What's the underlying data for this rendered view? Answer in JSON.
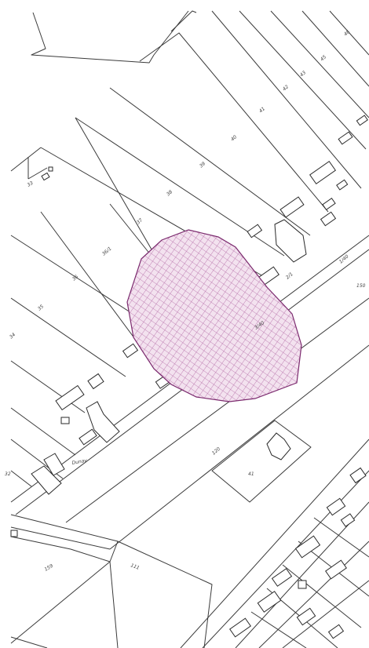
{
  "map": {
    "zone_color": "#7b2a6e",
    "line_color": "#3a3a3a",
    "parcel_labels": [
      "46",
      "45",
      "43",
      "42",
      "41",
      "40",
      "39",
      "38",
      "37",
      "36/1",
      "36",
      "35",
      "34",
      "33",
      "2/1",
      "3/40",
      "1/40",
      "150",
      "120",
      "159",
      "111",
      "41",
      "Dunav",
      "32"
    ]
  }
}
